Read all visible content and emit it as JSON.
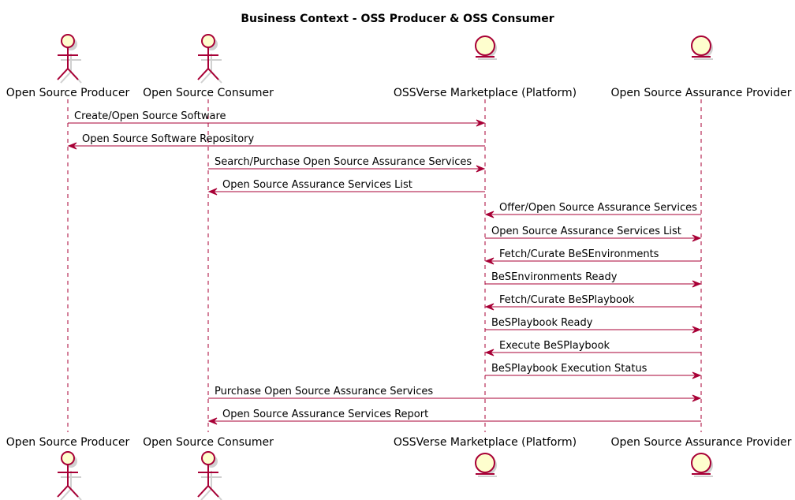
{
  "title": "Business Context - OSS Producer & OSS Consumer",
  "participants": [
    {
      "id": "producer",
      "label": "Open Source Producer",
      "kind": "actor"
    },
    {
      "id": "consumer",
      "label": "Open Source Consumer",
      "kind": "actor"
    },
    {
      "id": "platform",
      "label": "OSSVerse Marketplace (Platform)",
      "kind": "entity"
    },
    {
      "id": "provider",
      "label": "Open Source Assurance Provider",
      "kind": "entity"
    }
  ],
  "messages": [
    {
      "from": "producer",
      "to": "platform",
      "label": "Create/Open Source Software"
    },
    {
      "from": "platform",
      "to": "producer",
      "label": "Open Source Software Repository"
    },
    {
      "from": "consumer",
      "to": "platform",
      "label": "Search/Purchase Open Source Assurance Services"
    },
    {
      "from": "platform",
      "to": "consumer",
      "label": "Open Source Assurance Services List"
    },
    {
      "from": "provider",
      "to": "platform",
      "label": "Offer/Open Source Assurance Services"
    },
    {
      "from": "platform",
      "to": "provider",
      "label": "Open Source Assurance Services List"
    },
    {
      "from": "provider",
      "to": "platform",
      "label": "Fetch/Curate BeSEnvironments"
    },
    {
      "from": "platform",
      "to": "provider",
      "label": "BeSEnvironments Ready"
    },
    {
      "from": "provider",
      "to": "platform",
      "label": "Fetch/Curate BeSPlaybook"
    },
    {
      "from": "platform",
      "to": "provider",
      "label": "BeSPlaybook Ready"
    },
    {
      "from": "provider",
      "to": "platform",
      "label": "Execute BeSPlaybook"
    },
    {
      "from": "platform",
      "to": "provider",
      "label": "BeSPlaybook Execution Status"
    },
    {
      "from": "consumer",
      "to": "provider",
      "label": "Purchase Open Source Assurance Services"
    },
    {
      "from": "provider",
      "to": "consumer",
      "label": "Open Source Assurance Services Report"
    }
  ],
  "colors": {
    "line": "#A80036",
    "fill": "#FEFECE"
  }
}
